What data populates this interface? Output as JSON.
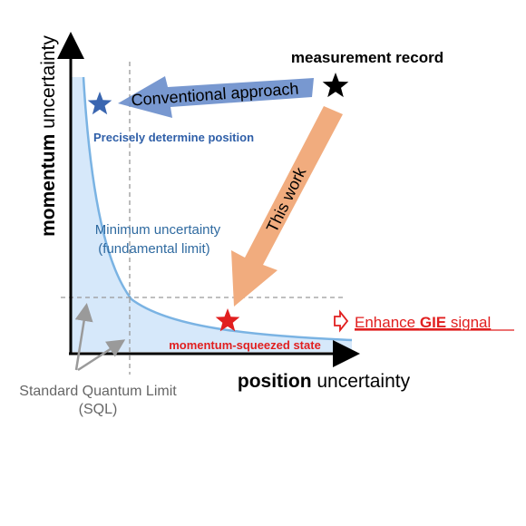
{
  "axes": {
    "y_label_bold": "momentum",
    "y_label_rest": " uncertainty",
    "x_label_bold": "position",
    "x_label_rest": " uncertainty"
  },
  "labels": {
    "measurement_record": "measurement record",
    "conventional_approach": "Conventional approach",
    "precisely_determine": "Precisely determine position",
    "this_work": "This work",
    "minimum_uncertainty_line1": "Minimum uncertainty",
    "minimum_uncertainty_line2": "(fundamental limit)",
    "momentum_squeezed": "momentum-squeezed state",
    "enhance_prefix": "Enhance ",
    "enhance_bold": "GIE",
    "enhance_suffix": " signal",
    "sql_line1": "Standard Quantum Limit",
    "sql_line2": "(SQL)"
  },
  "colors": {
    "blue_text": "#2f5fa8",
    "curve": "#7ab3e3",
    "region_fill": "#d6e8fa",
    "arrow_blue": "#6d8fcc",
    "arrow_orange": "#f1ac7e",
    "red": "#e11f1f",
    "gray": "#9a9a9a",
    "black": "#000000"
  }
}
